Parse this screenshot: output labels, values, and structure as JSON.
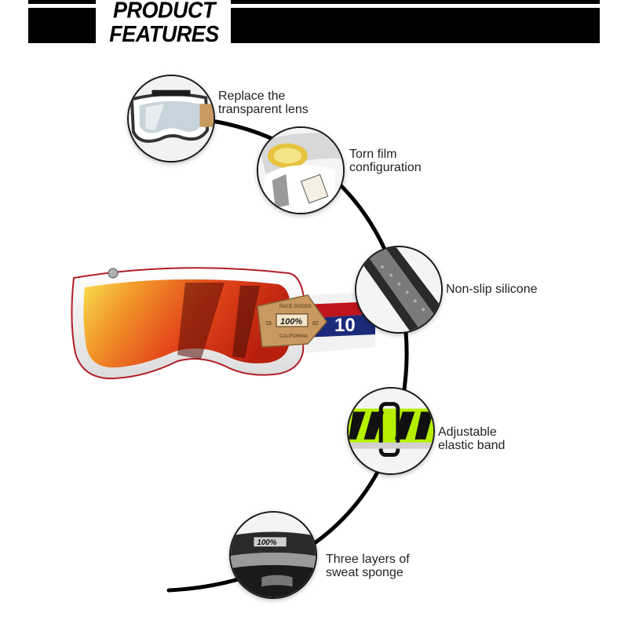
{
  "header": {
    "title_line1": "PRODUCT",
    "title_line2": "FEATURES"
  },
  "colors": {
    "bar": "#000000",
    "lens_orange": "#e8521a",
    "frame_white": "#ffffff",
    "strap_green": "#b6f000",
    "leather_tan": "#c89a62"
  },
  "product": {
    "patch_text": "100%",
    "patch_top": "RACE GOODS",
    "patch_bottom": "CALIFORNIA",
    "patch_year_left": "19",
    "patch_year_right": "82",
    "strap_text": "10"
  },
  "features": [
    {
      "line1": "Replace the",
      "line2": "transparent lens",
      "icon": "clear-lens-icon"
    },
    {
      "line1": "Torn film",
      "line2": "configuration",
      "icon": "tear-off-icon"
    },
    {
      "line1": "Non-slip silicone",
      "line2": "",
      "icon": "silicone-strip-icon"
    },
    {
      "line1": "Adjustable",
      "line2": "elastic band",
      "icon": "elastic-band-icon"
    },
    {
      "line1": "Three layers of",
      "line2": "sweat sponge",
      "icon": "sponge-icon"
    }
  ],
  "detail_texts": {
    "sponge_logo": "100%"
  }
}
